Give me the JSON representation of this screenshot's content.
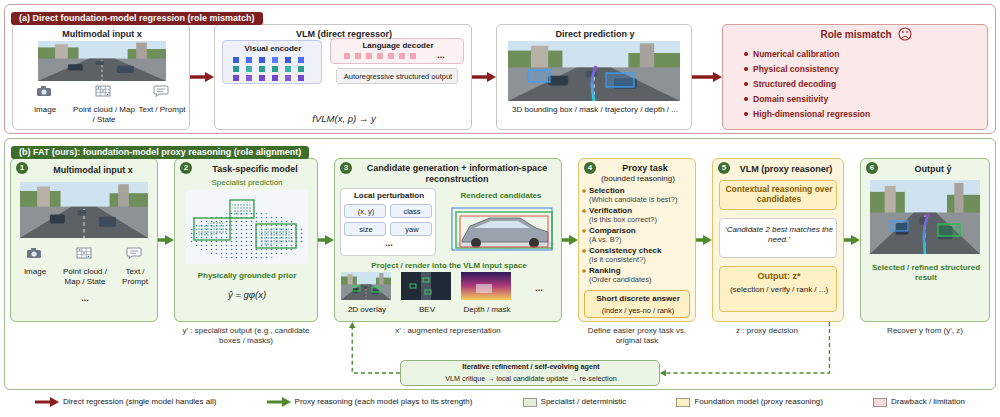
{
  "diagram": {
    "nodes": [
      {
        "text": [
          "(a) Direct foundation-model regression (role mismatch)"
        ]
      },
      {
        "text": [
          "Multimodal input x",
          "Image",
          "Point cloud / Map / State",
          "Text / Prompt"
        ],
        "in": 0
      },
      {
        "text": [
          "VLM (direct regressor)",
          "fVLM(x, p) → y"
        ],
        "in": 0
      },
      {
        "text": [
          "Visual encoder"
        ],
        "in": 2
      },
      {
        "text": [
          "Language decoder"
        ],
        "in": 2
      },
      {
        "text": [
          "Autoregressive structured output"
        ],
        "in": 2
      },
      {
        "text": [
          "Direct prediction y",
          "3D bounding box / mask / trajectory / depth / ..."
        ],
        "in": 0
      },
      {
        "text": [
          "Role mismatch",
          "Numerical calibration",
          "Physical consistency",
          "Structured decoding",
          "Domain sensitivity",
          "High-dimensional regression"
        ],
        "in": 0
      },
      {
        "text": [
          "(b) FAT (ours): foundation-model proxy reasoning (role alignment)"
        ]
      },
      {
        "text": [
          "Multimodal input x",
          "Image",
          "Point cloud / Map / State",
          "Text / Prompt",
          "..."
        ],
        "in": 8
      },
      {
        "text": [
          "Task-specific model",
          "Specialist prediction",
          "Physically grounded prior",
          "ŷ = gφ(x)"
        ],
        "in": 8
      },
      {
        "text": [
          "Candidate generation + information-space reconstruction",
          "Rendered candidates",
          "Project / render into the VLM input space",
          "2D overlay",
          "BEV",
          "Depth / mask",
          "..."
        ],
        "in": 8
      },
      {
        "text": [
          "Local perturbation",
          "..."
        ],
        "in": 11
      },
      {
        "text": [
          "(x, y)"
        ],
        "in": 12
      },
      {
        "text": [
          "class"
        ],
        "in": 12
      },
      {
        "text": [
          "size"
        ],
        "in": 12
      },
      {
        "text": [
          "yaw"
        ],
        "in": 12
      },
      {
        "text": [
          "Proxy task",
          "(bounded reasoning)",
          "Selection",
          "(Which candidate is best?)",
          "Verification",
          "(Is this box correct?)",
          "Comparison",
          "(A vs. B?)",
          "Consistency check",
          "(Is it consistent?)",
          "Ranking",
          "(Order candidates)"
        ],
        "in": 8
      },
      {
        "text": [
          "Short discrete answer",
          "(index / yes-no / rank)"
        ],
        "in": 17
      },
      {
        "text": [
          "VLM (proxy reasoner)"
        ],
        "in": 8
      },
      {
        "text": [
          "Contextual reasoning over candidates"
        ],
        "in": 19
      },
      {
        "text": [
          "‘Candidate 2 best matches the need.’"
        ],
        "in": 19
      },
      {
        "text": [
          "Output: z*",
          "(selection / verify / rank / ...)"
        ],
        "in": 19
      },
      {
        "text": [
          "Output ŷ",
          "Selected / refined structured result"
        ],
        "in": 8
      },
      {
        "text": [
          "Iterative refinement / self-evolving agent",
          "VLM critique → local candidate update → re-selection"
        ],
        "in": 8
      }
    ],
    "edges": [
      {
        "from": 1,
        "to": 2,
        "arrow": "to"
      },
      {
        "from": 2,
        "to": 6,
        "arrow": "to"
      },
      {
        "from": 6,
        "to": 7,
        "arrow": "to"
      },
      {
        "from": 9,
        "to": 10,
        "arrow": "to"
      },
      {
        "from": 10,
        "to": 11,
        "arrow": "to"
      },
      {
        "from": 11,
        "to": 17,
        "arrow": "to"
      },
      {
        "from": 17,
        "to": 19,
        "arrow": "to"
      },
      {
        "from": 19,
        "to": 23,
        "arrow": "to"
      },
      {
        "from": 19,
        "to": 24,
        "arrow": "to"
      },
      {
        "from": 24,
        "to": 11,
        "arrow": "to"
      }
    ],
    "labels": [
      "...",
      "1",
      "2",
      "3",
      "4",
      "5",
      "6",
      "y' : specialist output (e.g., candidate boxes / masks)",
      "x' : augmented representation",
      "Define easier proxy task vs. original task",
      "z : proxy decision",
      "Recover y from (y', z)"
    ],
    "legend": [
      {
        "text": "Direct regression (single model handles all)"
      },
      {
        "text": "Proxy reasoning (each model plays to its strength)"
      },
      {
        "text": "Specialist / deterministic",
        "color": "#e4f0da"
      },
      {
        "text": "Foundation model (proxy reasoning)",
        "color": "#fbefc6"
      },
      {
        "text": "Drawback / limitation",
        "color": "#f8dcdc"
      }
    ]
  }
}
